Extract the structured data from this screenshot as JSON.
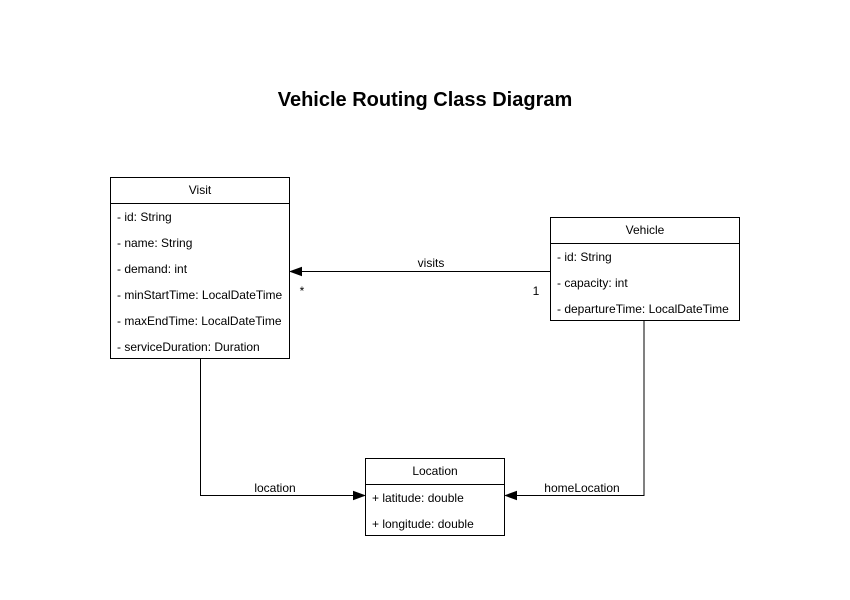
{
  "title": "Vehicle Routing Class Diagram",
  "colors": {
    "background": "#ffffff",
    "line": "#000000",
    "text": "#000000",
    "shape_fill": "#ffffff"
  },
  "diagram": {
    "classes": [
      {
        "name": "Visit",
        "attributes": [
          "- id: String",
          "- name: String",
          "- demand: int",
          "- minStartTime: LocalDateTime",
          "- maxEndTime: LocalDateTime",
          "- serviceDuration: Duration"
        ]
      },
      {
        "name": "Vehicle",
        "attributes": [
          "- id: String",
          "- capacity: int",
          "- departureTime: LocalDateTime"
        ]
      },
      {
        "name": "Location",
        "attributes": [
          "+ latitude: double",
          "+ longitude: double"
        ]
      }
    ],
    "associations": [
      {
        "label": "visits",
        "from": "Vehicle",
        "to": "Visit",
        "source_multiplicity": "1",
        "target_multiplicity": "*"
      },
      {
        "label": "location",
        "from": "Visit",
        "to": "Location"
      },
      {
        "label": "homeLocation",
        "from": "Vehicle",
        "to": "Location"
      }
    ]
  }
}
